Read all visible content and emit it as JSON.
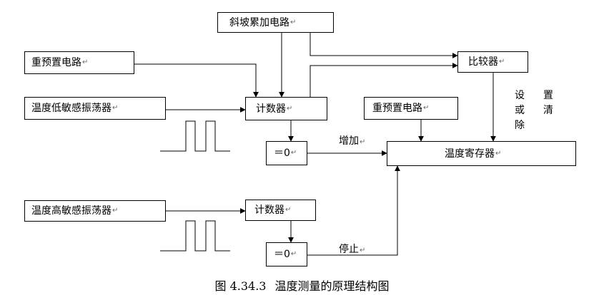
{
  "diagram": {
    "blocks": {
      "ramp_accumulator": "斜坡累加电路",
      "preset_top": "重预置电路",
      "low_sens_osc": "温度低敏感振荡器",
      "counter_top": "计数器",
      "comparator": "比较器",
      "preset_mid": "重预置电路",
      "zero_top": "＝0",
      "temp_register": "温度寄存器",
      "high_sens_osc": "温度高敏感振荡器",
      "counter_bottom": "计数器",
      "zero_bottom": "＝0"
    },
    "labels": {
      "increment": "增加",
      "stop": "停止",
      "set_col1": [
        "设",
        "或",
        "除"
      ],
      "set_col2": [
        "置",
        "清"
      ]
    },
    "return_mark": "↵",
    "caption": {
      "number": "图 4.34.3",
      "title": "温度测量的原理结构图"
    }
  }
}
